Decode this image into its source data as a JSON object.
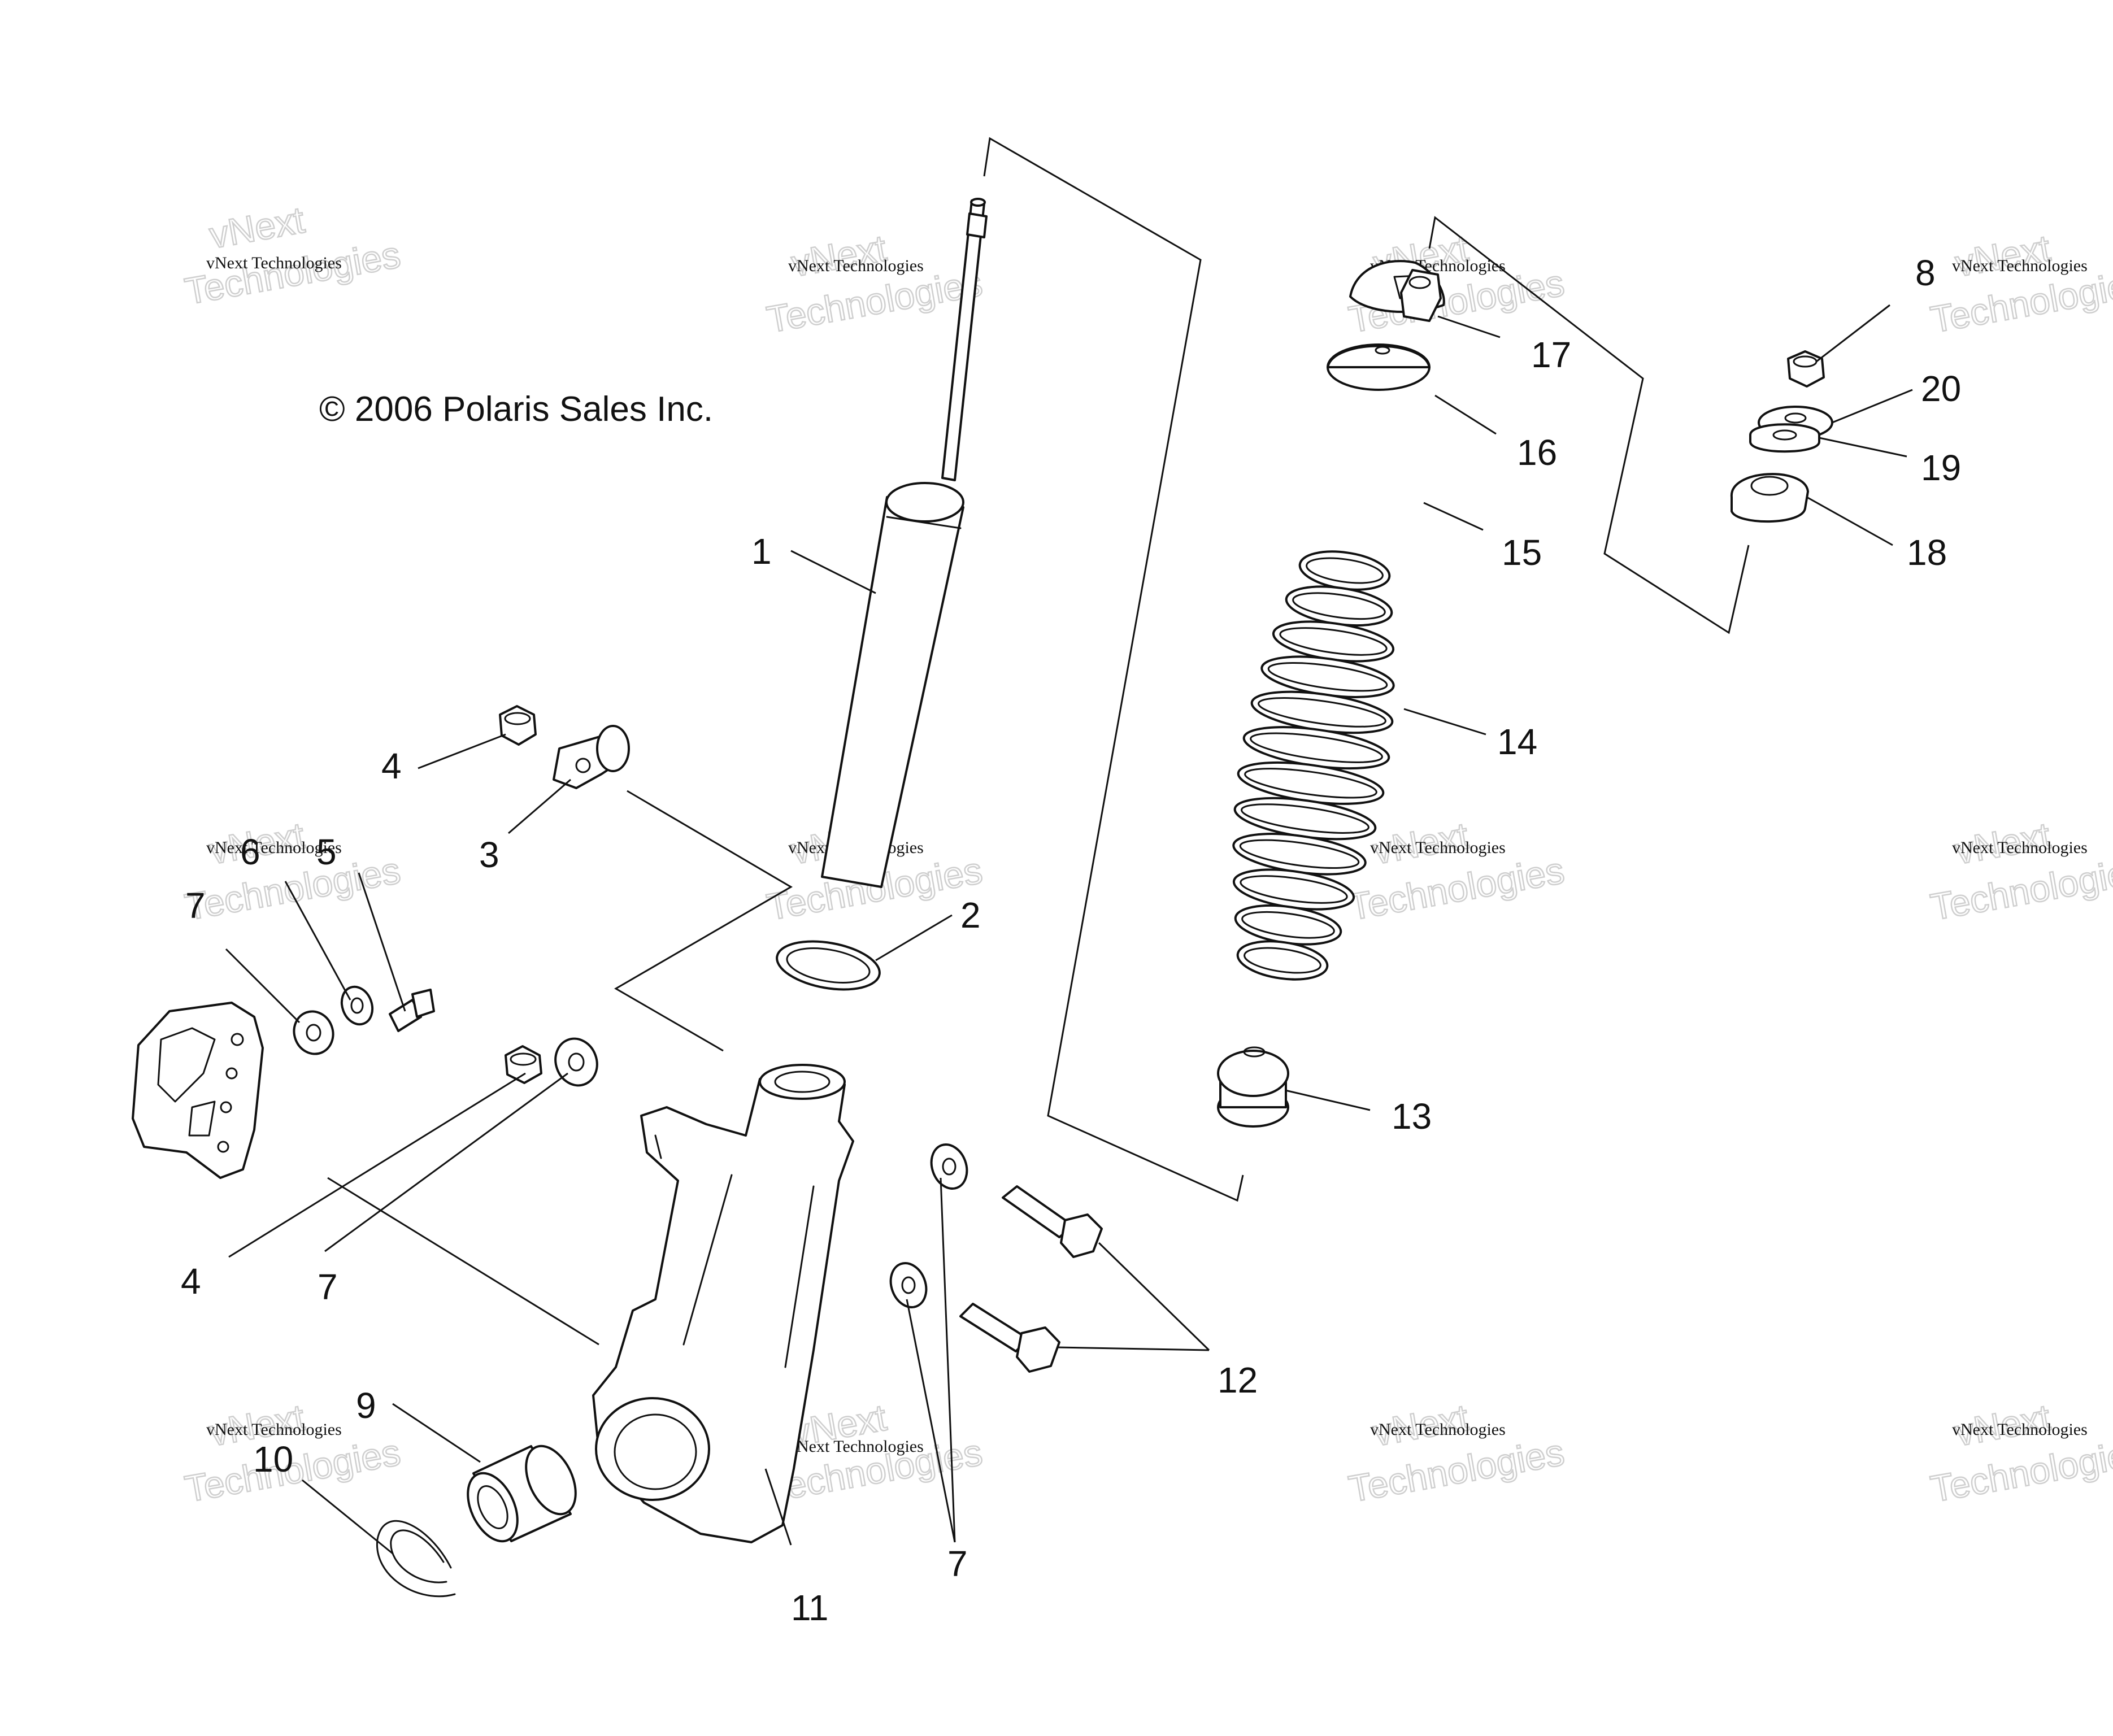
{
  "copyright": "© 2006 Polaris Sales Inc.",
  "watermark": {
    "line1": "vNext Technologies",
    "line2a": "vNext",
    "line2b": "Technologies"
  },
  "callouts": {
    "c1": "1",
    "c2": "2",
    "c3": "3",
    "c4a": "4",
    "c4b": "4",
    "c5": "5",
    "c6": "6",
    "c7a": "7",
    "c7b": "7",
    "c7c": "7",
    "c8": "8",
    "c9": "9",
    "c10": "10",
    "c11": "11",
    "c12": "12",
    "c13": "13",
    "c14": "14",
    "c15": "15",
    "c16": "16",
    "c17": "17",
    "c18": "18",
    "c19": "19",
    "c20": "20"
  }
}
